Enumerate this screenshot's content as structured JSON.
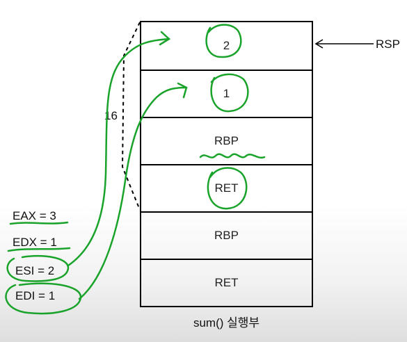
{
  "stack": {
    "slots": [
      "2",
      "1",
      "RBP",
      "RET",
      "RBP",
      "RET"
    ]
  },
  "caption": "sum() 실행부",
  "pointer_label": "RSP",
  "offset_label": "16",
  "registers": [
    {
      "text": "EAX = 3"
    },
    {
      "text": "EDX = 1"
    },
    {
      "text": "ESI = 2"
    },
    {
      "text": "EDI = 1"
    }
  ],
  "colors": {
    "annotation": "#1aa32a",
    "ink": "#000000"
  }
}
